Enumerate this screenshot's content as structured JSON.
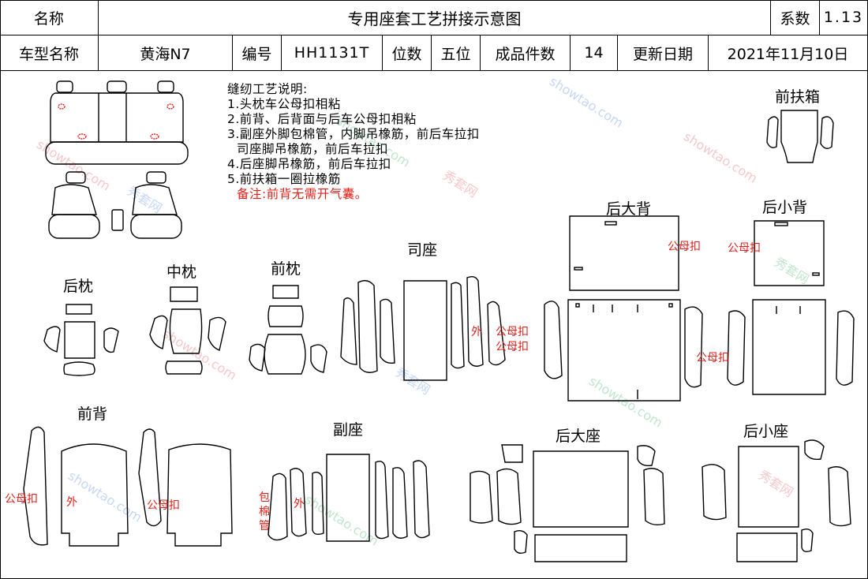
{
  "header": {
    "name_label": "名称",
    "title": "专用座套工艺拼接示意图",
    "coef_label": "系数",
    "coef_value": "1.13",
    "model_label": "车型名称",
    "model_value": "黄海N7",
    "code_label": "编号",
    "code_value": "HH1131T",
    "seats_label": "位数",
    "seats_value": "五位",
    "pieces_label": "成品件数",
    "pieces_value": "14",
    "date_label": "更新日期",
    "date_value": "2021年11月10日"
  },
  "notes": {
    "title": "缝纫工艺说明:",
    "lines": [
      "1.头枕车公母扣相粘",
      "2.前背、后背面与后车公母扣相粘",
      "3.副座外脚包棉管，内脚吊橡筋，前后车拉扣",
      "  司座脚吊橡筋，前后车拉扣",
      "4.后座脚吊橡筋，前后车拉扣",
      "5.前扶箱一圈拉橡筋"
    ],
    "remark": "备注:前背无需开气囊。"
  },
  "sections": {
    "rear_headrest": "后枕",
    "mid_headrest": "中枕",
    "front_headrest": "前枕",
    "driver_seat": "司座",
    "rear_big_back": "后大背",
    "rear_small_back": "后小背",
    "front_armrest": "前扶箱",
    "front_back": "前背",
    "passenger_seat": "副座",
    "rear_big_seat": "后大座",
    "rear_small_seat": "后小座"
  },
  "annotations": {
    "snap": "公母扣",
    "outer": "外",
    "cotton_tube": [
      "包",
      "棉",
      "管"
    ]
  },
  "watermark": {
    "site": "showtao.com",
    "brand": "秀套网"
  },
  "colors": {
    "annotation": "#e0201a",
    "line": "#000000"
  }
}
